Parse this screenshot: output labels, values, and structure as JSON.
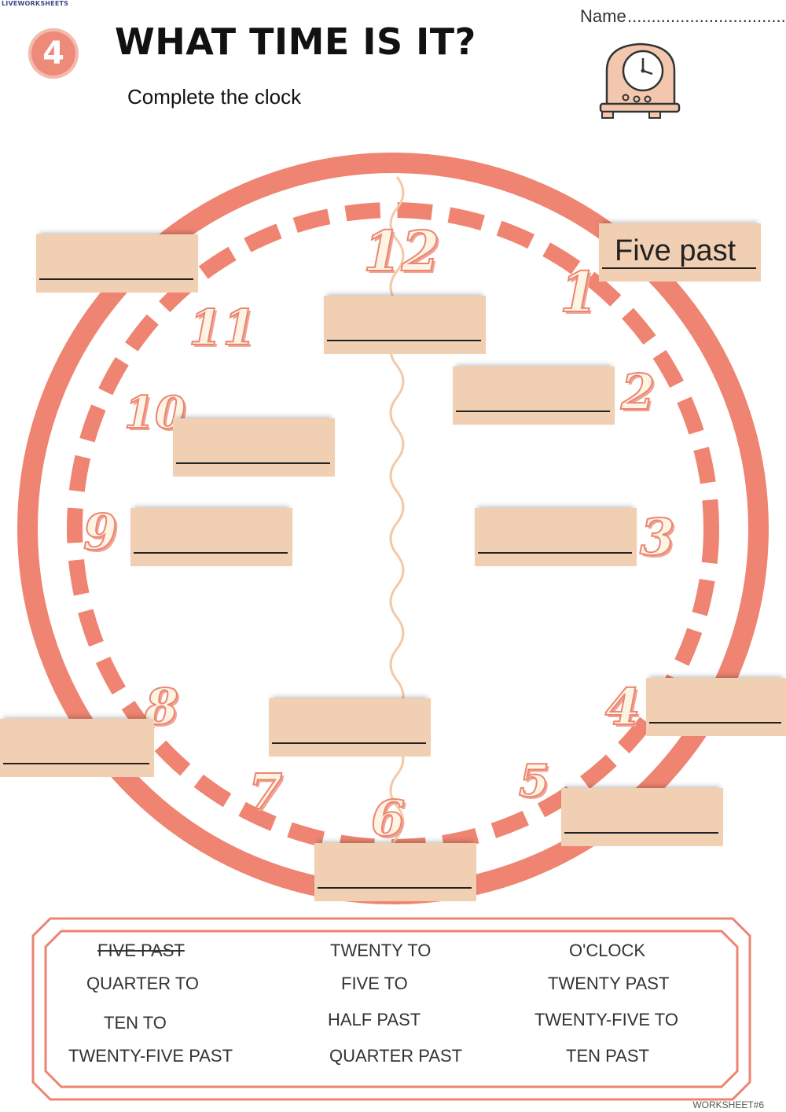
{
  "header": {
    "watermark": "LIVEWORKSHEETS",
    "badge_number": "4",
    "title": "WHAT TIME IS IT?",
    "subtitle": "Complete the clock",
    "name_label": "Name",
    "name_dots": "..................................."
  },
  "clock": {
    "numerals": [
      "12",
      "1",
      "2",
      "3",
      "4",
      "5",
      "6",
      "7",
      "8",
      "9",
      "10",
      "11"
    ],
    "answer_first": "Five past",
    "colors": {
      "rim": "#ee8471",
      "box": "#f1cfb3",
      "numeral_fill": "#fdf4e3"
    }
  },
  "word_bank": {
    "items": [
      "FIVE PAST",
      "TWENTY TO",
      "O'CLOCK",
      "QUARTER TO",
      "FIVE TO",
      "TWENTY PAST",
      "TEN TO",
      "HALF PAST",
      "TWENTY-FIVE TO",
      "TWENTY-FIVE PAST",
      "QUARTER PAST",
      "TEN PAST"
    ],
    "used": [
      "FIVE PAST"
    ]
  },
  "footer": {
    "label": "WORKSHEET#6"
  },
  "icons": [
    "clock-illustration-icon"
  ]
}
